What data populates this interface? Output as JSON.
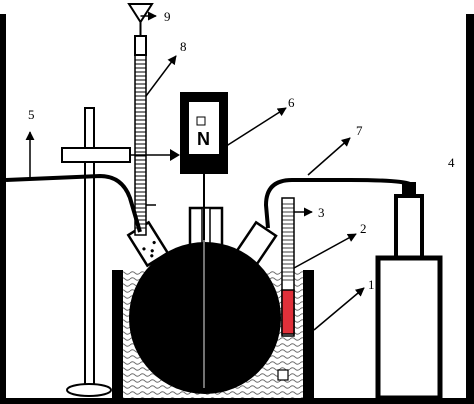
{
  "diagram": {
    "callouts": [
      {
        "id": "1",
        "text": "1"
      },
      {
        "id": "2",
        "text": "2"
      },
      {
        "id": "3",
        "text": "3"
      },
      {
        "id": "4",
        "text": "4"
      },
      {
        "id": "5",
        "text": "5"
      },
      {
        "id": "6",
        "text": "6"
      },
      {
        "id": "7",
        "text": "7"
      },
      {
        "id": "8",
        "text": "8"
      },
      {
        "id": "9",
        "text": "9"
      }
    ],
    "motor_label": "N"
  },
  "colors": {
    "line": "#000000",
    "background": "#ffffff",
    "thermometer_fill": "#e0303a",
    "bath_fill": "#d8d8d8"
  }
}
